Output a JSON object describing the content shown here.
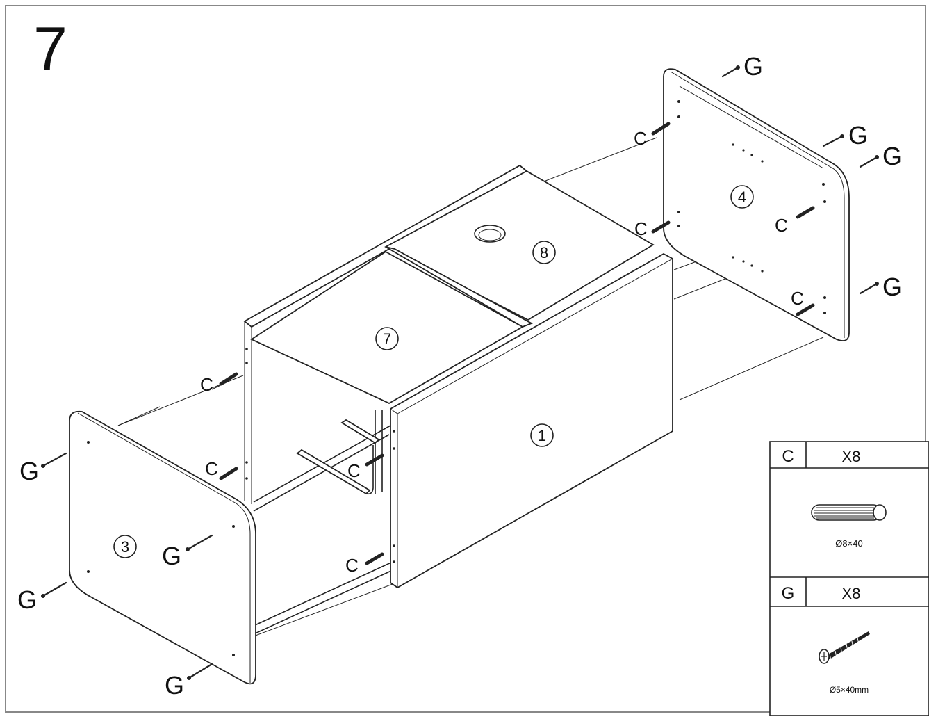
{
  "step": {
    "number": "7"
  },
  "panels": [
    {
      "id": "1"
    },
    {
      "id": "3"
    },
    {
      "id": "4"
    },
    {
      "id": "7"
    },
    {
      "id": "8"
    }
  ],
  "hardware_labels": {
    "dowel": "C",
    "screw": "G"
  },
  "parts_table": {
    "rows": [
      {
        "letter": "C",
        "qty": "X8",
        "spec": "Ø8×40"
      },
      {
        "letter": "G",
        "qty": "X8",
        "spec": "Ø5×40mm"
      }
    ]
  }
}
